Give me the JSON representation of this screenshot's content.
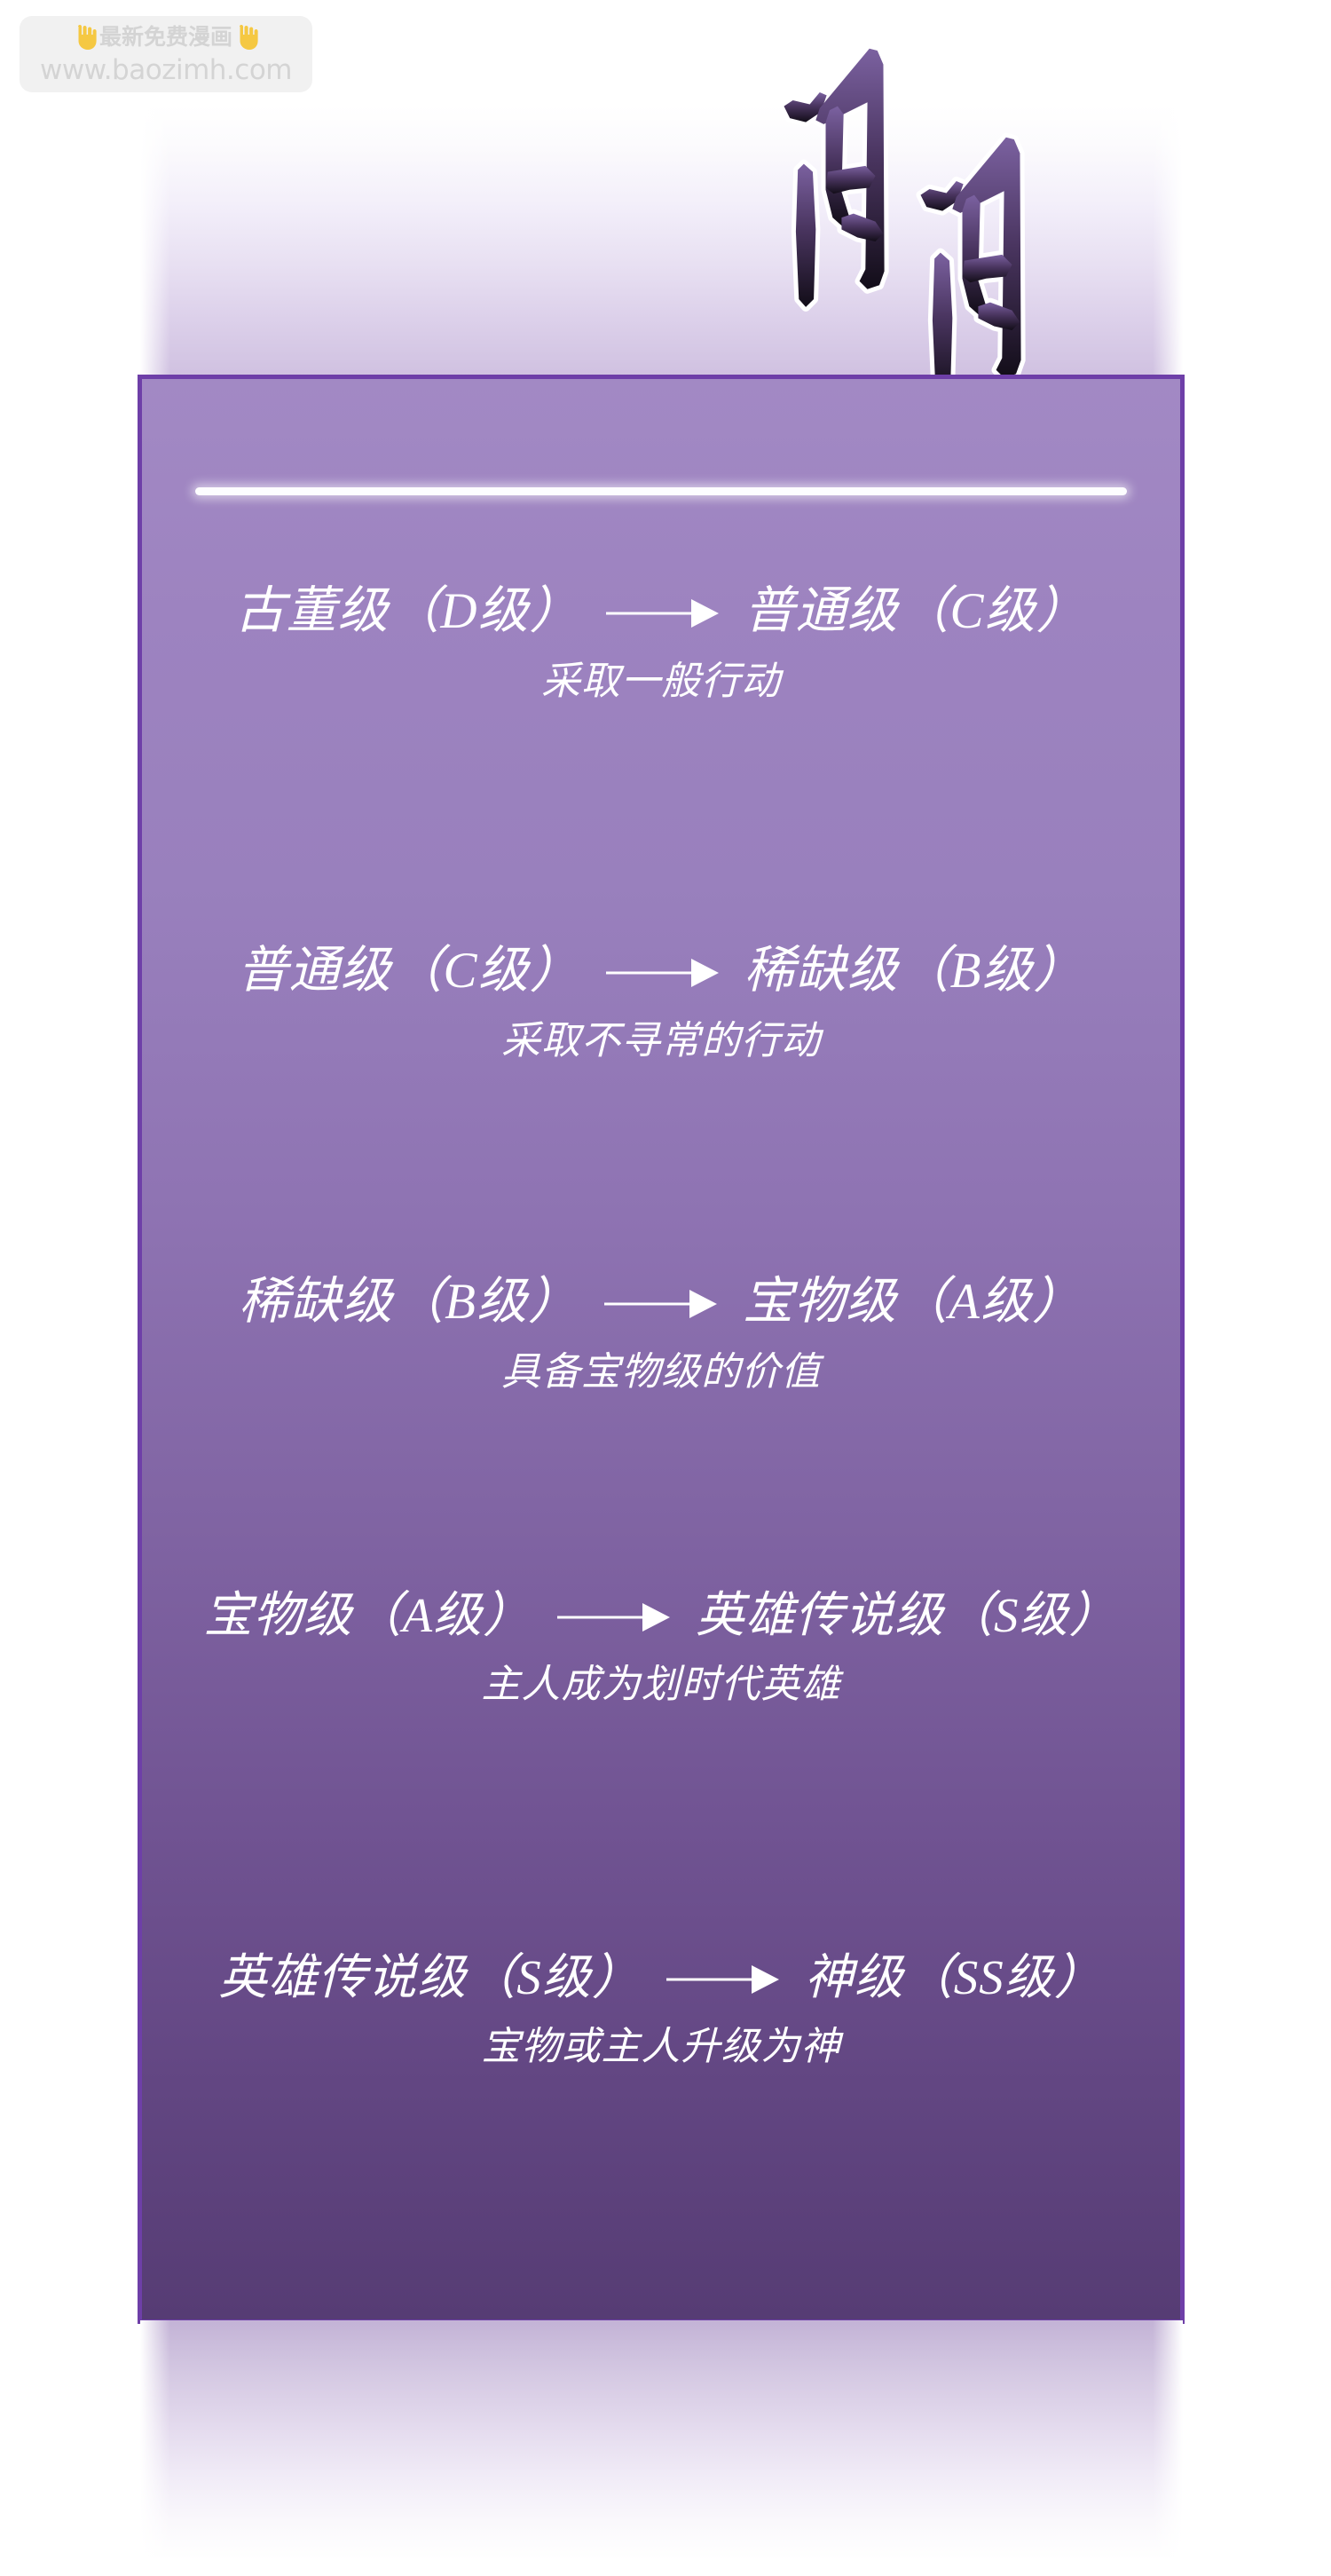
{
  "watermark": {
    "line1": "最新免费漫画",
    "line2": "www.baozimh.com",
    "left_icon": "pointing-hand-icon",
    "right_icon": "pointing-hand-icon"
  },
  "decoration": {
    "text": "闪闪",
    "style": "hand-drawn-outlined-calligraphy"
  },
  "panel": {
    "border_color": "#6e3fa8",
    "gradient_top_color": "#a289c4",
    "gradient_bottom_color": "#563c74",
    "divider": "white-glow-line"
  },
  "arrow": {
    "glyph": "⟶",
    "color": "#ffffff"
  },
  "tiers": [
    {
      "from": "古董级（D级）",
      "to": "普通级（C级）",
      "condition": "采取一般行动"
    },
    {
      "from": "普通级（C级）",
      "to": "稀缺级（B级）",
      "condition": "采取不寻常的行动"
    },
    {
      "from": "稀缺级（B级）",
      "to": "宝物级（A级）",
      "condition": "具备宝物级的价值"
    },
    {
      "from": "宝物级（A级）",
      "to": "英雄传说级（S级）",
      "condition": "主人成为划时代英雄"
    },
    {
      "from": "英雄传说级（S级）",
      "to": "神级（SS级）",
      "condition": "宝物或主人升级为神"
    }
  ]
}
